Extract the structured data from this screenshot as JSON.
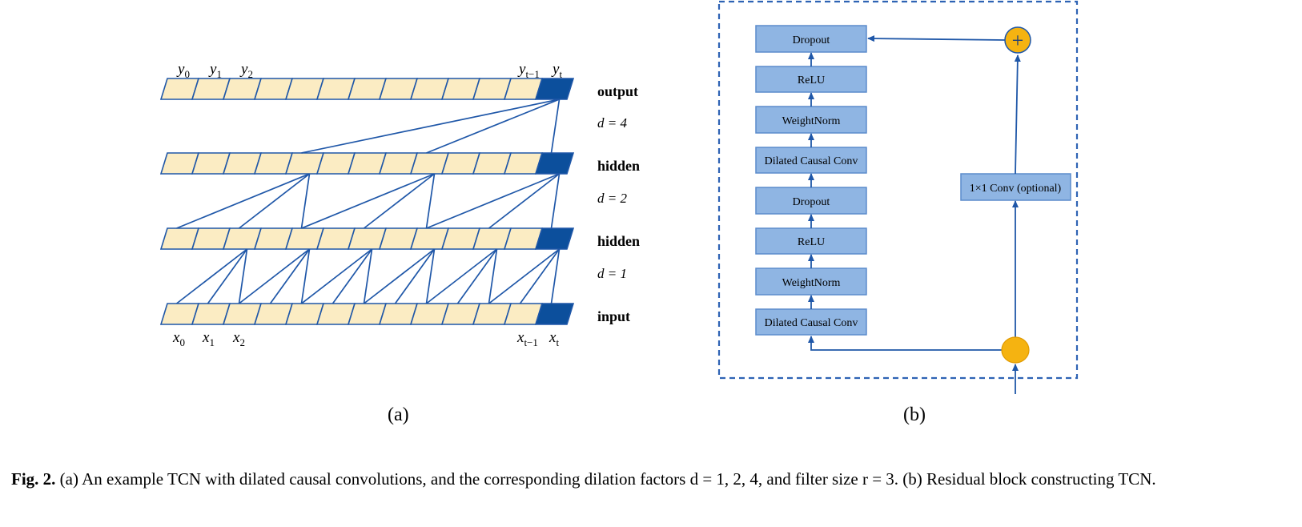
{
  "panel_a": {
    "output_labels": [
      "y",
      "y",
      "y",
      "y",
      "y"
    ],
    "output_subs": [
      "0",
      "1",
      "2",
      "t−1",
      "t"
    ],
    "input_labels": [
      "x",
      "x",
      "x",
      "x",
      "x"
    ],
    "input_subs": [
      "0",
      "1",
      "2",
      "t−1",
      "t"
    ],
    "layer_labels": [
      "output",
      "hidden",
      "hidden",
      "input"
    ],
    "dilation_labels": [
      "d = 4",
      "d = 2",
      "d = 1"
    ],
    "sublabel": "(a)"
  },
  "panel_b": {
    "blocks": [
      "Dropout",
      "ReLU",
      "WeightNorm",
      "Dilated Causal Conv",
      "Dropout",
      "ReLU",
      "WeightNorm",
      "Dilated Causal Conv"
    ],
    "skip_block": "1×1 Conv (optional)",
    "sum_symbol": "+",
    "sublabel": "(b)"
  },
  "caption": {
    "label": "Fig. 2.",
    "text": "(a) An example TCN with dilated causal convolutions, and the corresponding dilation factors d = 1, 2, 4, and filter size r = 3. (b) Residual block constructing TCN."
  },
  "colors": {
    "cell_fill": "#fbecc3",
    "cell_dark": "#0c4f9c",
    "line": "#1f57a8",
    "block_fill": "#8fb5e3",
    "block_stroke": "#5b8ccc",
    "node_fill": "#f5b311",
    "dashed": "#2e63b4"
  }
}
